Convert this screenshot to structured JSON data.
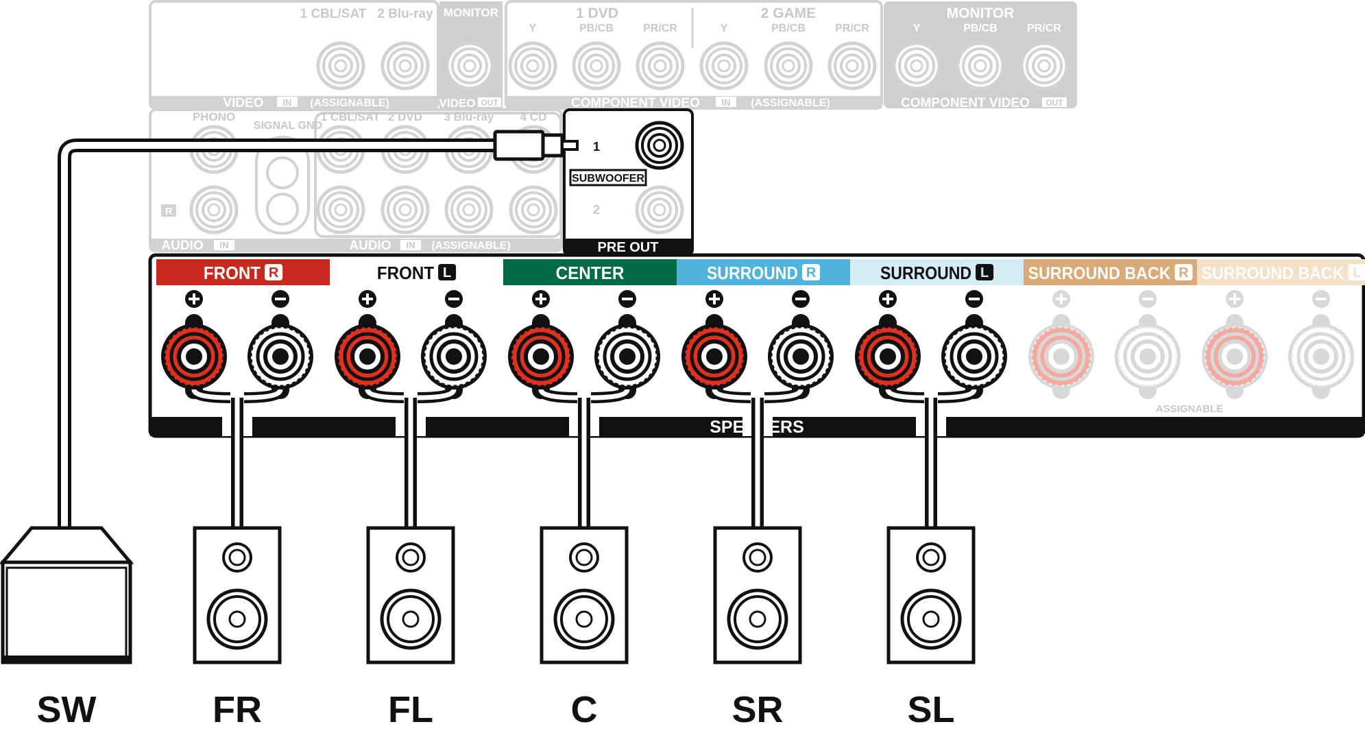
{
  "colors": {
    "front_r": "#c8281e",
    "front_l": "#ffffff",
    "center": "#006b45",
    "surround_r": "#4fb3db",
    "surround_l": "#d4ecf6",
    "surround_back_r": "#d9a978",
    "surround_back_l": "#f5e0c8",
    "terminal_red": "#e03020",
    "faded": "#d2d2d2",
    "faded_text": "#c8c8c8"
  },
  "video_panel": {
    "cbl_sat": "1 CBL/SAT",
    "bluray": "2 Blu-ray",
    "monitor": "MONITOR",
    "video": "VIDEO",
    "in": "IN",
    "assignable": "(ASSIGNABLE)",
    "out": "OUT"
  },
  "component_panel": {
    "dvd": "1 DVD",
    "game": "2 GAME",
    "y": "Y",
    "pb": "PB/CB",
    "pr": "PR/CR",
    "title": "COMPONENT VIDEO",
    "in": "IN",
    "assignable": "(ASSIGNABLE)"
  },
  "monitor_out_panel": {
    "monitor": "MONITOR",
    "y": "Y",
    "pb": "PB/CB",
    "pr": "PR/CR",
    "title": "COMPONENT VIDEO",
    "out": "OUT"
  },
  "audio_panel": {
    "phono": "PHONO",
    "signal_gnd": "SIGNAL GND",
    "r": "R",
    "audio": "AUDIO",
    "in": "IN",
    "cbl_sat": "1 CBL/SAT",
    "dvd": "2 DVD",
    "bluray": "3 Blu-ray",
    "cd": "4 CD",
    "assignable": "(ASSIGNABLE)"
  },
  "preout_panel": {
    "n1": "1",
    "n2": "2",
    "subwoofer": "SUBWOOFER",
    "title": "PRE OUT"
  },
  "speakers_panel": {
    "title": "SPEAKERS",
    "assignable": "ASSIGNABLE",
    "channels": [
      {
        "label": "FRONT",
        "badge": "R",
        "color": "#c8281e",
        "text_color": "#ffffff",
        "active": true
      },
      {
        "label": "FRONT",
        "badge": "L",
        "color": "#ffffff",
        "text_color": "#111111",
        "active": true
      },
      {
        "label": "CENTER",
        "badge": "",
        "color": "#006b45",
        "text_color": "#ffffff",
        "active": true
      },
      {
        "label": "SURROUND",
        "badge": "R",
        "color": "#4fb3db",
        "text_color": "#ffffff",
        "active": true
      },
      {
        "label": "SURROUND",
        "badge": "L",
        "color": "#d4ecf6",
        "text_color": "#111111",
        "active": true
      },
      {
        "label": "SURROUND BACK",
        "badge": "R",
        "color": "#d9a978",
        "text_color": "#ffffff",
        "active": false
      },
      {
        "label": "SURROUND BACK",
        "badge": "L",
        "color": "#f5e0c8",
        "text_color": "#ffffff",
        "active": false
      }
    ]
  },
  "speakers": [
    {
      "label": "SW",
      "type": "subwoofer"
    },
    {
      "label": "FR",
      "type": "speaker"
    },
    {
      "label": "FL",
      "type": "speaker"
    },
    {
      "label": "C",
      "type": "speaker"
    },
    {
      "label": "SR",
      "type": "speaker"
    },
    {
      "label": "SL",
      "type": "speaker"
    }
  ]
}
